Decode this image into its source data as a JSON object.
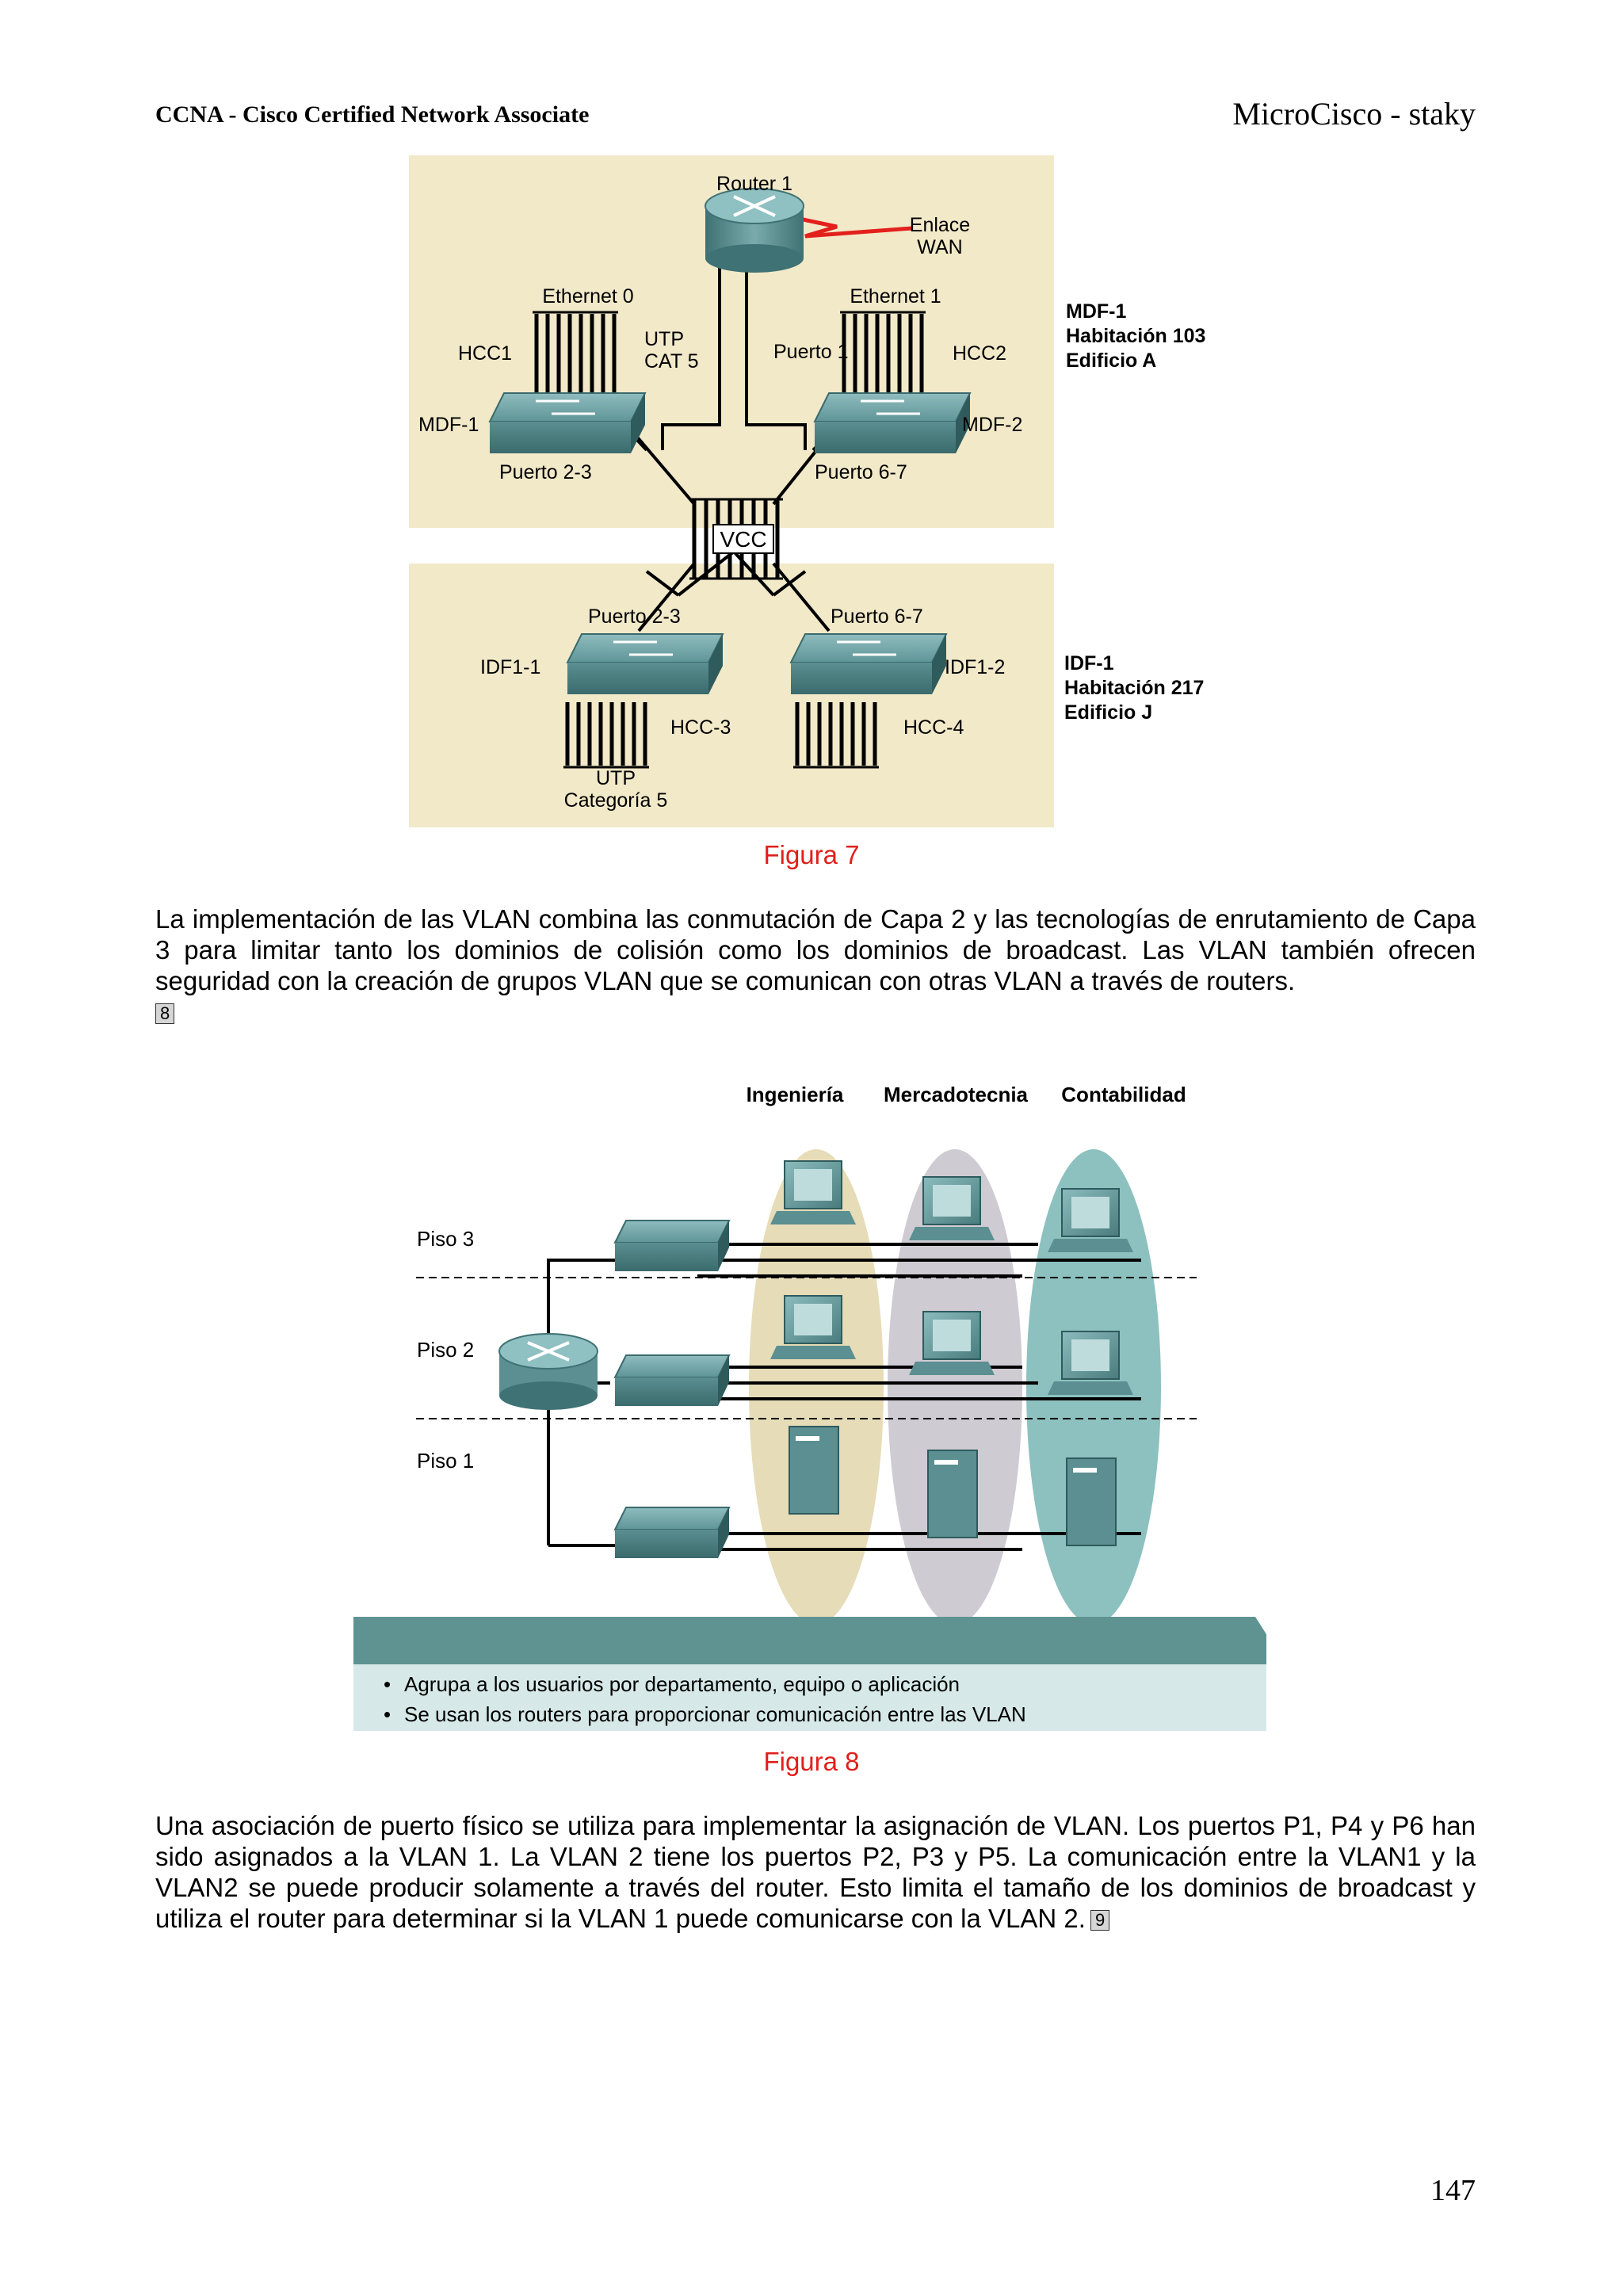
{
  "header": {
    "left": "CCNA - Cisco Certified Network Associate",
    "right": "MicroCisco - staky"
  },
  "figure7": {
    "caption": "Figura 7",
    "router": "Router 1",
    "wan": [
      "Enlace",
      "WAN"
    ],
    "eth0": "Ethernet 0",
    "eth1": "Ethernet 1",
    "hcc1": "HCC1",
    "hcc2": "HCC2",
    "utp": [
      "UTP",
      "CAT 5"
    ],
    "puerto1": "Puerto 1",
    "mdf1": "MDF-1",
    "mdf2": "MDF-2",
    "puerto23_top": "Puerto 2-3",
    "puerto67_top": "Puerto 6-7",
    "mdf_info": [
      "MDF-1",
      "Habitación 103",
      "Edificio A"
    ],
    "vcc": "VCC",
    "puerto23_bottom": "Puerto 2-3",
    "puerto67_bottom": "Puerto 6-7",
    "idf11": "IDF1-1",
    "idf12": "IDF1-2",
    "hcc3": "HCC-3",
    "hcc4": "HCC-4",
    "utp_bottom": [
      "UTP",
      "Categoría 5"
    ],
    "idf_info": [
      "IDF-1",
      "Habitación 217",
      "Edificio J"
    ]
  },
  "paragraph1": {
    "text": "La implementación de las VLAN combina las conmutación de Capa 2 y las tecnologías de enrutamiento de Capa 3 para limitar tanto los dominios de colisión como los dominios de broadcast. Las VLAN también ofrecen seguridad con la creación de grupos VLAN que se comunican con otras VLAN a través de routers.",
    "ref": "8"
  },
  "figure8": {
    "caption": "Figura 8",
    "departments": [
      "Ingeniería",
      "Mercadotecnia",
      "Contabilidad"
    ],
    "floors": [
      "Piso 3",
      "Piso 2",
      "Piso 1"
    ],
    "bullets": [
      "Agrupa a los usuarios por departamento, equipo o aplicación",
      "Se usan los routers para proporcionar comunicación entre las VLAN"
    ],
    "colors": {
      "ingenieria": "#e6dcb7",
      "mercadotecnia": "#cfcbd2",
      "contabilidad": "#8cc1bf"
    }
  },
  "paragraph2": {
    "text": "Una asociación de puerto físico se utiliza para implementar la asignación de VLAN. Los puertos P1, P4 y P6 han sido asignados a la VLAN 1. La VLAN 2 tiene los puertos P2, P3 y P5. La comunicación entre la VLAN1 y la VLAN2 se puede producir solamente a través del router. Esto limita el tamaño de los dominios de broadcast y utiliza el router para determinar si la VLAN 1 puede comunicarse con la VLAN 2.",
    "ref": "9"
  },
  "page_number": "147"
}
